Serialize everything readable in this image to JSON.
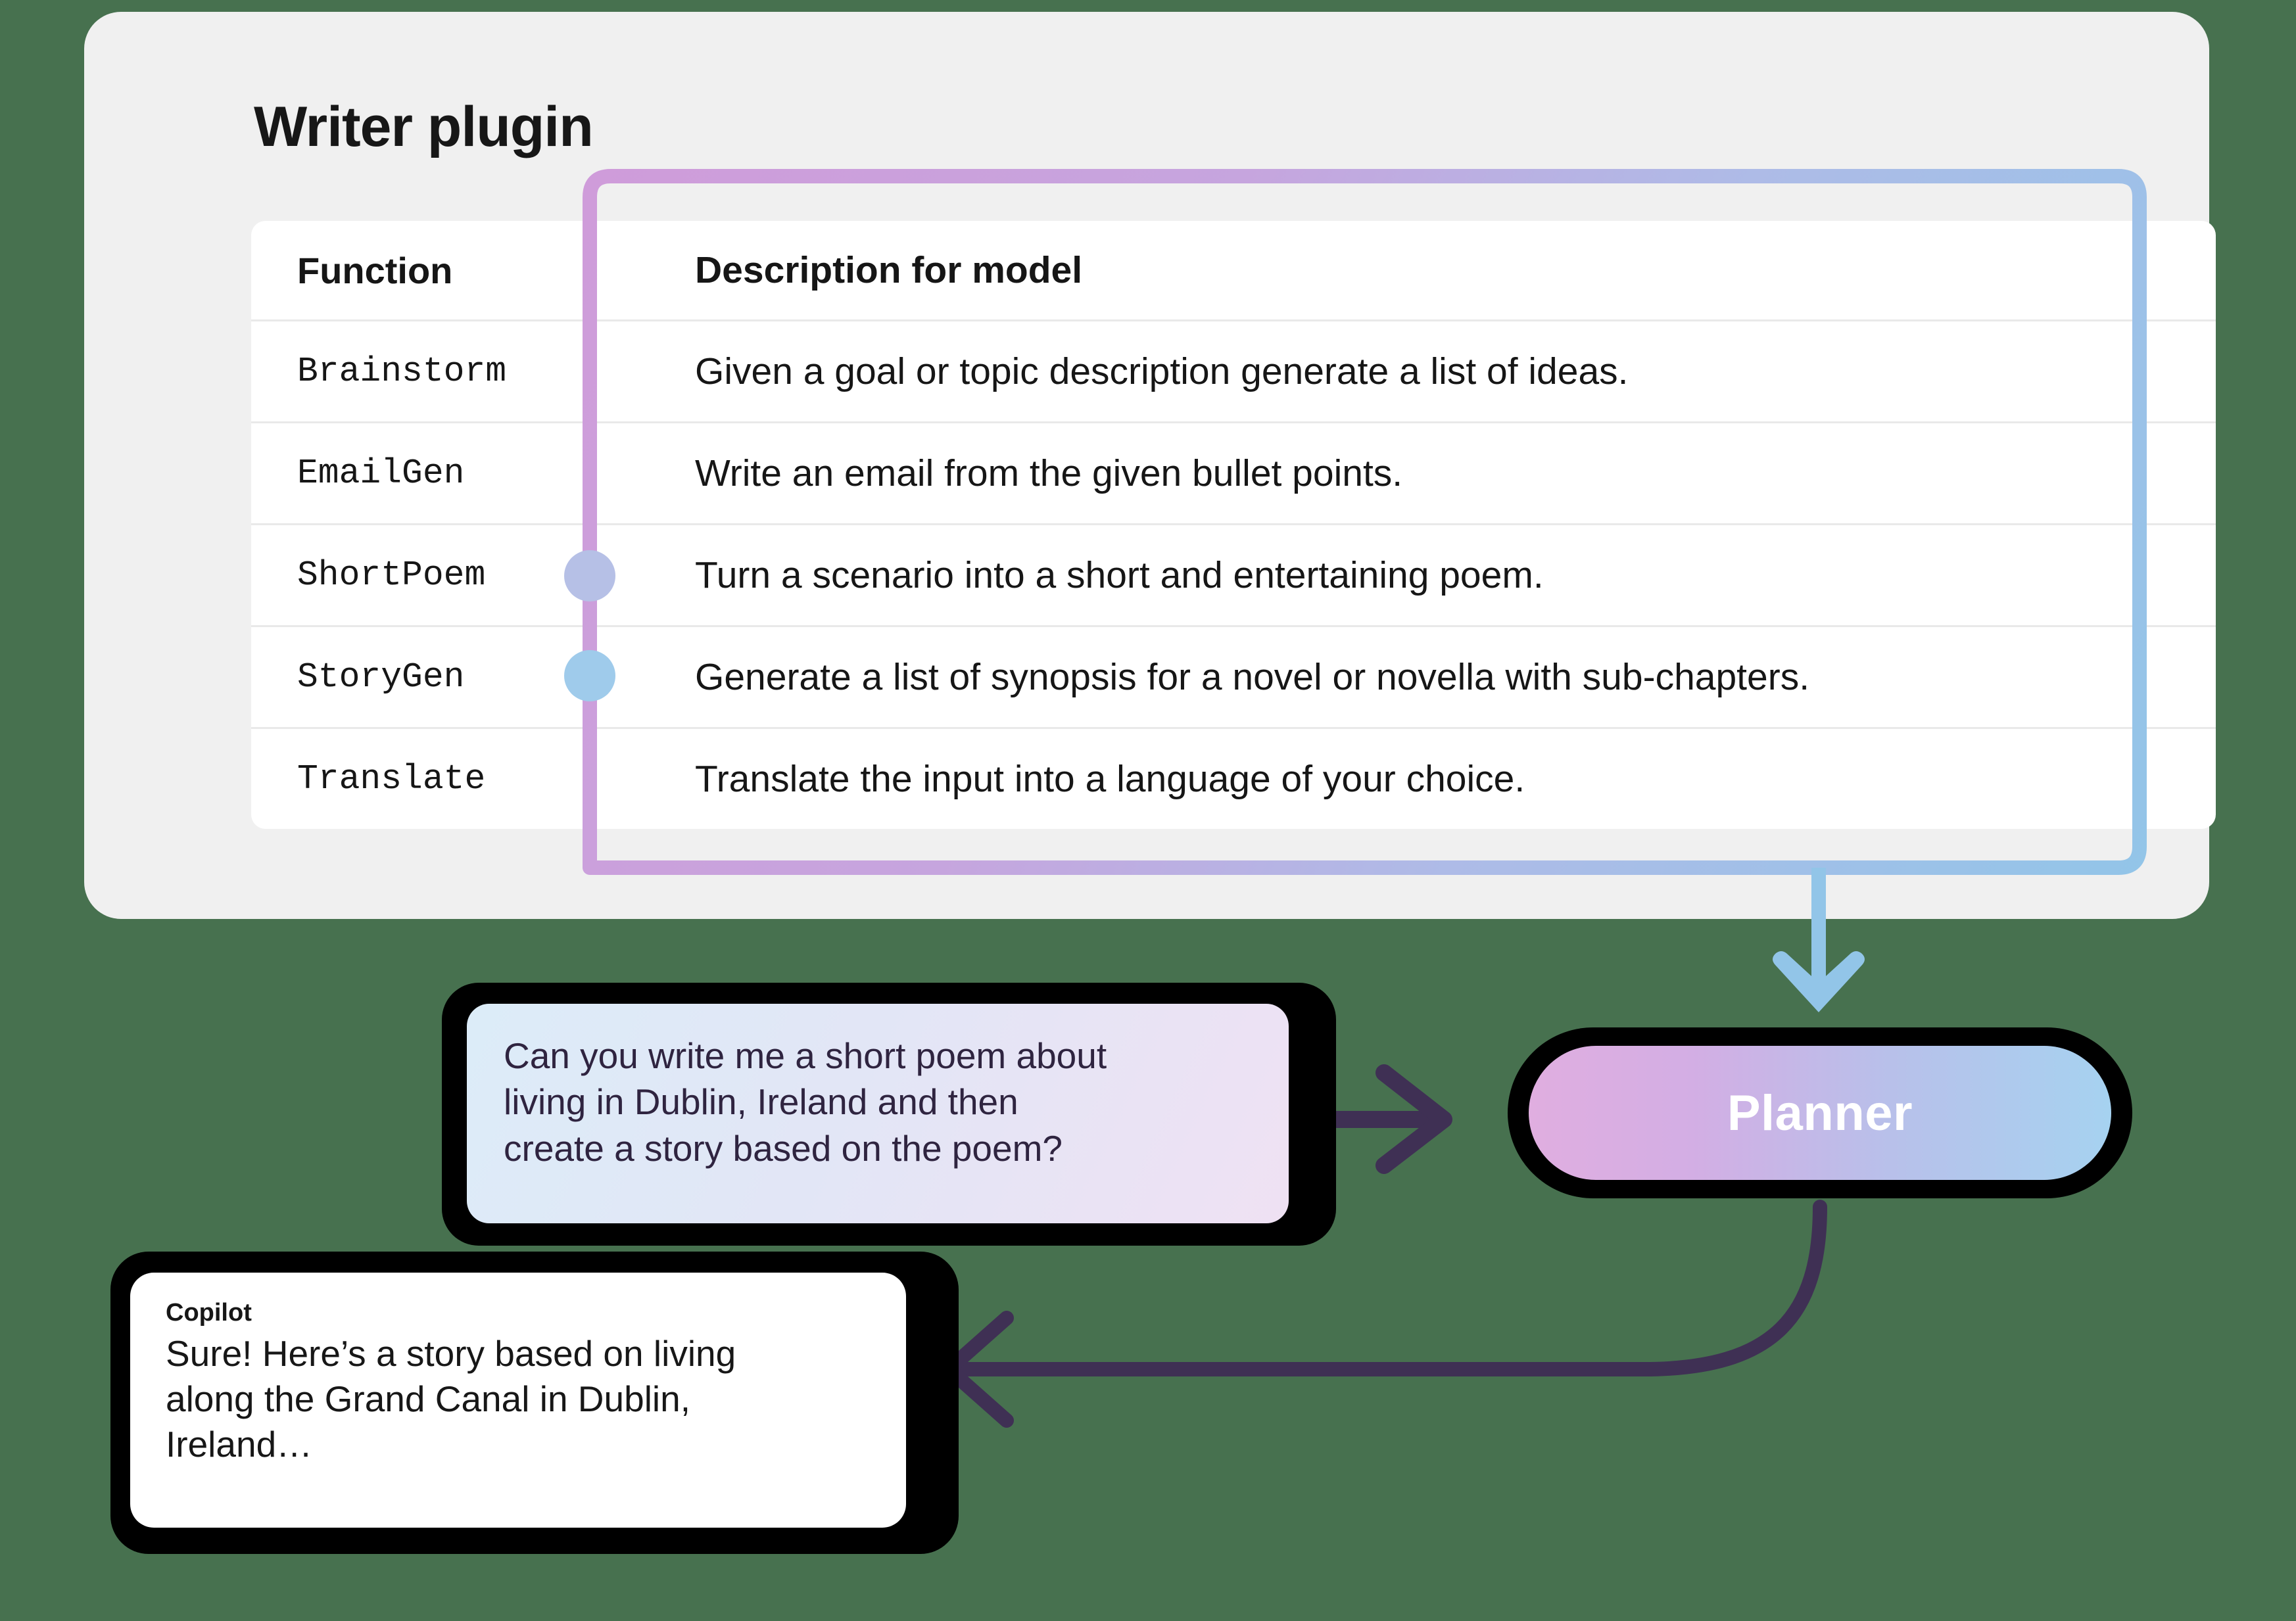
{
  "canvas": {
    "background_color": "#47714f",
    "card_color": "#f0f0f0",
    "table_color": "#ffffff"
  },
  "plugin_card": {
    "title": "Writer plugin",
    "table": {
      "columns": [
        "Function",
        "Description for model"
      ],
      "rows": [
        {
          "function": "Brainstorm",
          "description": "Given a goal or topic description generate a list of ideas.",
          "marker": null
        },
        {
          "function": "EmailGen",
          "description": "Write an email from the given bullet points.",
          "marker": null
        },
        {
          "function": "ShortPoem",
          "description": "Turn a scenario into a short and entertaining poem.",
          "marker": "#b6c0e6"
        },
        {
          "function": "StoryGen",
          "description": "Generate a list of synopsis for a novel or novella with sub-chapters.",
          "marker": "#9fcbeb"
        },
        {
          "function": "Translate",
          "description": "Translate the input into a language of your choice.",
          "marker": null
        }
      ]
    }
  },
  "connector": {
    "start_color": "#cf9cda",
    "end_color": "#92c5e8",
    "arrow_color": "#92c5e8"
  },
  "planner": {
    "label": "Planner",
    "gradient_from": "#e0aee0",
    "gradient_to": "#a6d2f0",
    "text_color": "#ffffff"
  },
  "user_message": {
    "lines": [
      "Can you write me a short poem about",
      "living in Dublin, Ireland and then",
      "create a story based on the poem?"
    ],
    "text": "Can you write me a short poem about living in Dublin, Ireland and then create a story based on the poem?",
    "gradient_from": "#dcecf8",
    "gradient_to": "#efe1f3"
  },
  "copilot_message": {
    "author": "Copilot",
    "lines": [
      "Sure! Here’s a story based on living",
      "along the Grand Canal in Dublin,",
      "Ireland…"
    ],
    "text": "Sure! Here’s a story based on living along the Grand Canal in Dublin, Ireland…"
  },
  "arrows": {
    "request_arrow_color": "#3f3054",
    "response_arrow_color": "#3f3054"
  }
}
